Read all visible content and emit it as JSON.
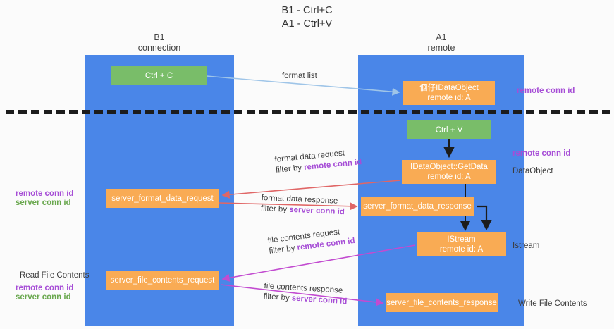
{
  "title": {
    "line1": "B1 - Ctrl+C",
    "line2": "A1 - Ctrl+V"
  },
  "columns": {
    "left": {
      "name": "B1",
      "role": "connection"
    },
    "right": {
      "name": "A1",
      "role": "remote"
    }
  },
  "nodes": {
    "ctrl_c": {
      "label": "Ctrl + C",
      "color": "#79bd69"
    },
    "idataobject": {
      "label": "佪仔IDataObject",
      "sub": "remote id: A",
      "color": "#f9ab54"
    },
    "ctrl_v": {
      "label": "Ctrl + V",
      "color": "#79bd69"
    },
    "getdata": {
      "label": "IDataObject::GetData",
      "sub": "remote id: A",
      "color": "#f9ab54"
    },
    "server_format_data_request": {
      "label": "server_format_data_request",
      "color": "#f9ab54"
    },
    "server_format_data_response": {
      "label": "server_format_data_response",
      "color": "#f9ab54"
    },
    "istream": {
      "label": "IStream",
      "sub": "remote id: A",
      "color": "#f9ab54"
    },
    "server_file_contents_request": {
      "label": "server_file_contents_request",
      "color": "#f9ab54"
    },
    "server_file_contents_response": {
      "label": "server_file_contents_response",
      "color": "#f9ab54"
    }
  },
  "edge_labels": {
    "format_list": "format list",
    "format_data_request": {
      "line1": "format data request",
      "filter_prefix": "filter by ",
      "filter_key": "remote conn id"
    },
    "format_data_response": {
      "line1": "format data response",
      "filter_prefix": "filter by ",
      "filter_key": "server conn id"
    },
    "file_contents_request": {
      "line1": "file contents request",
      "filter_prefix": "filter by ",
      "filter_key": "remote conn id"
    },
    "file_contents_response": {
      "line1": "file contents response",
      "filter_prefix": "filter by ",
      "filter_key": "server conn id"
    }
  },
  "side_labels": {
    "remote_conn_id_top": "remote conn id",
    "remote_conn_id_mid": "remote conn id",
    "dataobject": "DataObject",
    "istream": "Istream",
    "write_file_contents": "Write File Contents",
    "read_file_contents": "Read File Contents",
    "legend_remote": "remote conn id",
    "legend_server": "server conn id",
    "legend2_remote": "remote conn id",
    "legend2_server": "server conn id"
  },
  "colors": {
    "lane": "#4a86e8",
    "green_node": "#79bd69",
    "orange_node": "#f9ab54",
    "purple_text": "#a64dd6",
    "green_text": "#6aa84f",
    "red_arrow": "#e06666",
    "magenta_arrow": "#c24bd0",
    "blue_arrow": "#9fc5e8",
    "black_arrow": "#1c1c1c"
  }
}
